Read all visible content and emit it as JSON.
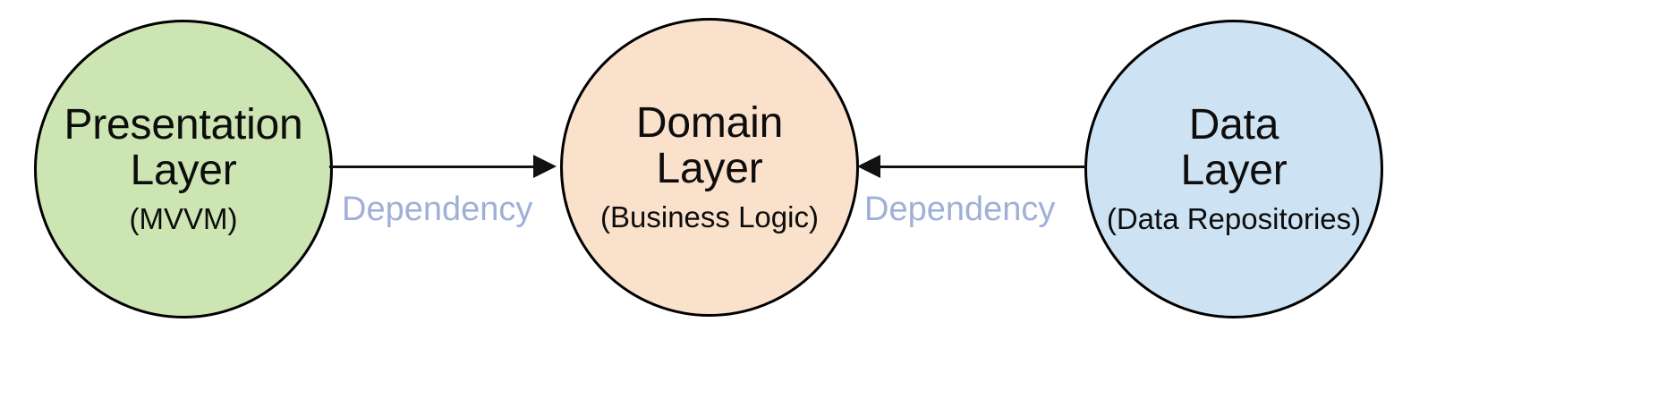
{
  "diagram": {
    "type": "layered-architecture",
    "background_color": "#ffffff",
    "nodes": [
      {
        "id": "presentation",
        "title": "Presentation\nLayer",
        "subtitle": "(MVVM)",
        "fill_color": "#cde5b2",
        "stroke_color": "#000000"
      },
      {
        "id": "domain",
        "title": "Domain\nLayer",
        "subtitle": "(Business Logic)",
        "fill_color": "#fae1cc",
        "stroke_color": "#000000"
      },
      {
        "id": "data",
        "title": "Data\nLayer",
        "subtitle": "(Data Repositories)",
        "fill_color": "#cde2f2",
        "stroke_color": "#000000"
      }
    ],
    "edges": [
      {
        "id": "presentation-to-domain",
        "from": "presentation",
        "to": "domain",
        "label": "Dependency",
        "direction": "right",
        "color": "#111111",
        "label_color": "#9fb0d8"
      },
      {
        "id": "data-to-domain",
        "from": "data",
        "to": "domain",
        "label": "Dependency",
        "direction": "left",
        "color": "#111111",
        "label_color": "#9fb0d8"
      }
    ]
  }
}
